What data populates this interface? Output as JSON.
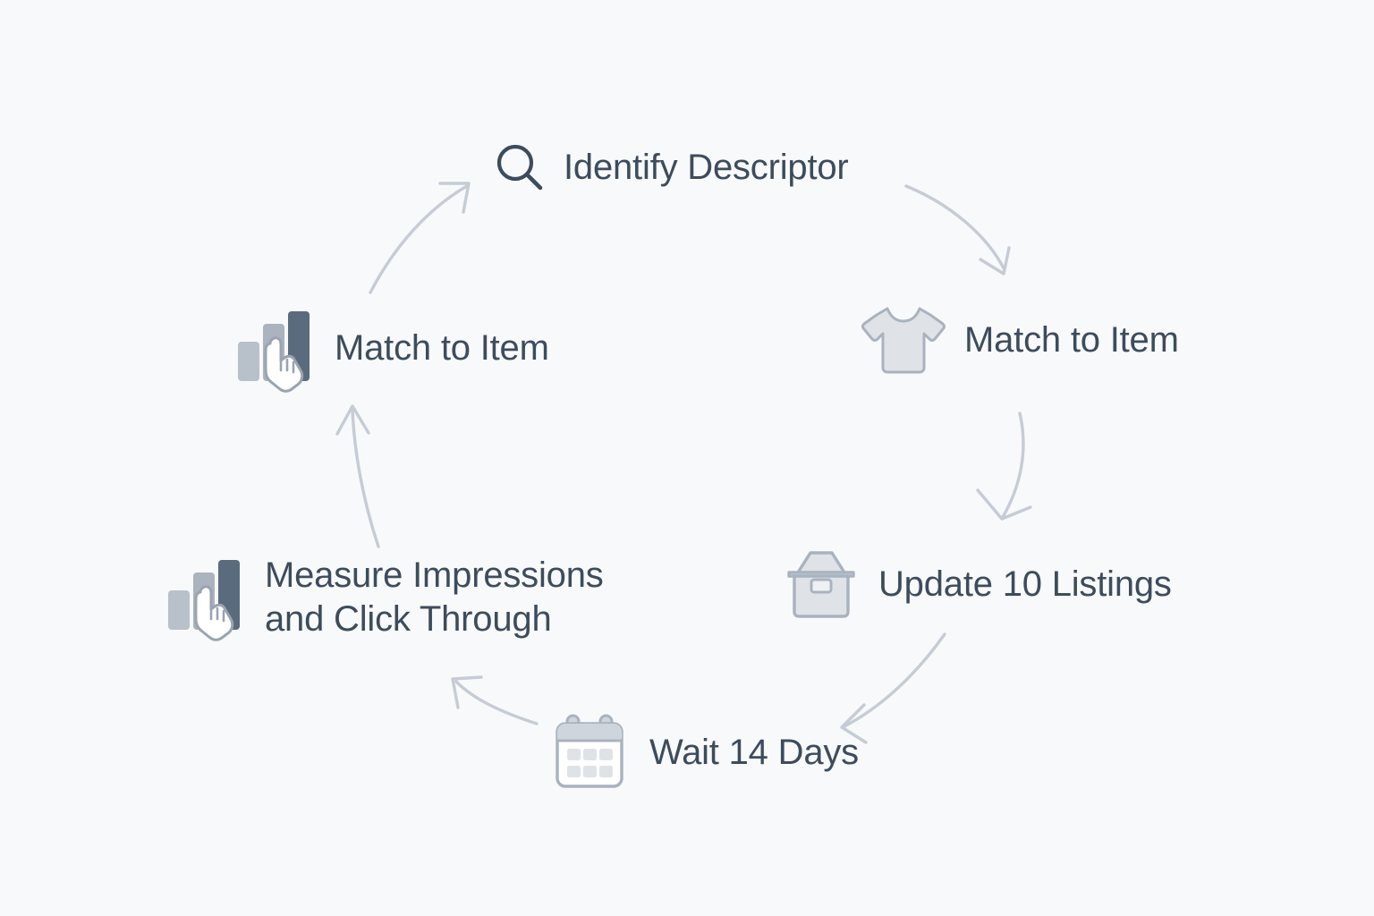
{
  "diagram": {
    "type": "cycle",
    "background_color": "#f8f9fa",
    "text_color": "#3d4c5c",
    "arrow_color": "#c5ccd5",
    "icon_light_color": "#dfe3e8",
    "icon_mid_color": "#b8c0ca",
    "icon_dark_color": "#5a6b7d",
    "icon_outline_color": "#a9b3bf",
    "nodes": [
      {
        "id": "identify-descriptor",
        "label": "Identify Descriptor",
        "icon": "search-icon",
        "position": "top"
      },
      {
        "id": "match-to-item-right",
        "label": "Match to Item",
        "icon": "shirt-icon",
        "position": "top-right"
      },
      {
        "id": "update-listings",
        "label": "Update 10 Listings",
        "icon": "box-icon",
        "position": "bottom-right"
      },
      {
        "id": "wait-days",
        "label": "Wait 14 Days",
        "icon": "calendar-icon",
        "position": "bottom"
      },
      {
        "id": "measure-impressions",
        "label": "Measure Impressions\nand Click Through",
        "icon": "bar-chart-cursor-icon",
        "position": "bottom-left"
      },
      {
        "id": "match-to-item-left",
        "label": "Match to Item",
        "icon": "bar-chart-cursor-icon",
        "position": "top-left"
      }
    ],
    "connections": [
      {
        "from": "identify-descriptor",
        "to": "match-to-item-right"
      },
      {
        "from": "match-to-item-right",
        "to": "update-listings"
      },
      {
        "from": "update-listings",
        "to": "wait-days"
      },
      {
        "from": "wait-days",
        "to": "measure-impressions"
      },
      {
        "from": "measure-impressions",
        "to": "match-to-item-left"
      },
      {
        "from": "match-to-item-left",
        "to": "identify-descriptor"
      }
    ]
  }
}
